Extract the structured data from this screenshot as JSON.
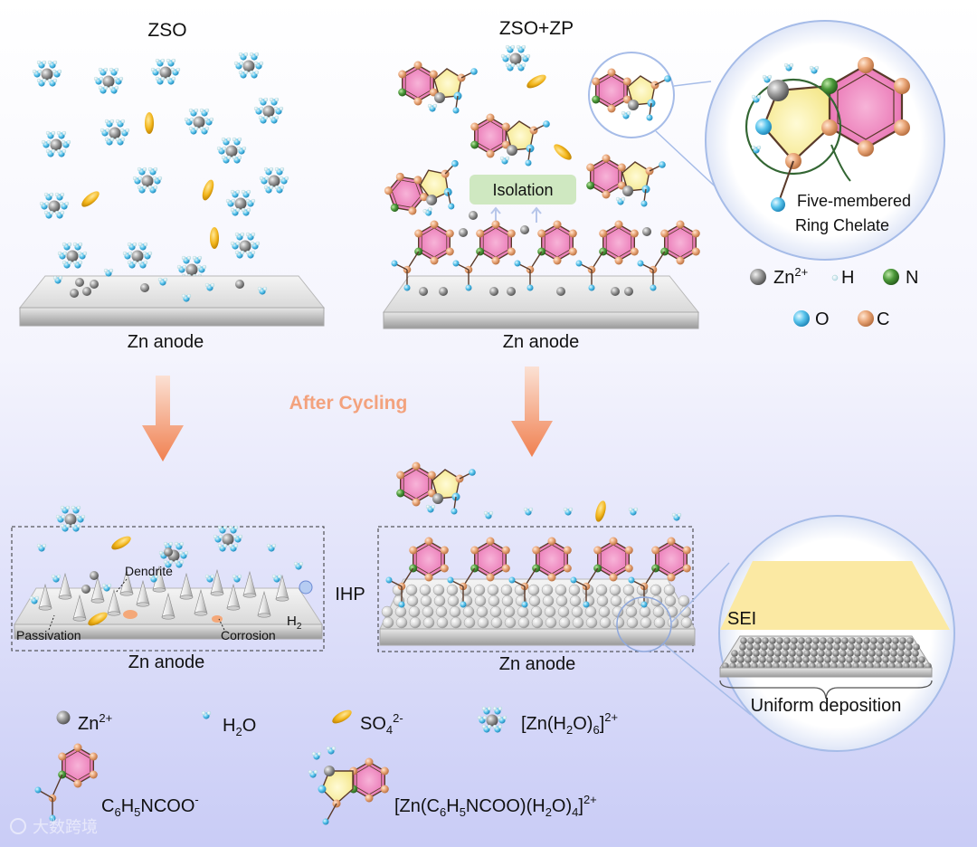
{
  "panels": {
    "top_left_title": "ZSO",
    "top_right_title": "ZSO+ZP",
    "top_left_anode": "Zn anode",
    "top_right_anode": "Zn anode",
    "bottom_left_anode": "Zn anode",
    "bottom_right_anode": "Zn anode"
  },
  "arrow_label": "After Cycling",
  "isolation_label": "Isolation",
  "ihp_label": "IHP",
  "bottom_left_labels": {
    "dendrite": "Dendrite",
    "passivation": "Passivation",
    "corrosion": "Corrosion",
    "h2": "H",
    "h2_sub": "2"
  },
  "zoom_top": {
    "caption_line1": "Five-membered",
    "caption_line2": "Ring Chelate"
  },
  "zoom_top_legend": {
    "zn": "Zn",
    "zn_sup": "2+",
    "h": "H",
    "n": "N",
    "o": "O",
    "c": "C"
  },
  "zoom_bottom": {
    "sei": "SEI",
    "caption": "Uniform deposition"
  },
  "bottom_legend": {
    "zn": "Zn",
    "zn_sup": "2+",
    "h2o": "H",
    "h2o_sub": "2",
    "h2o_tail": "O",
    "so4": "SO",
    "so4_sub": "4",
    "so4_sup": "2-",
    "hydrated_a": "[Zn(H",
    "hydrated_sub1": "2",
    "hydrated_b": "O)",
    "hydrated_sub2": "6",
    "hydrated_c": "]",
    "hydrated_sup": "2+",
    "ligand_a": "C",
    "ligand_sub1": "6",
    "ligand_b": "H",
    "ligand_sub2": "5",
    "ligand_c": "NCOO",
    "ligand_sup": "-",
    "complex_a": "[Zn(C",
    "complex_sub1": "6",
    "complex_b": "H",
    "complex_sub2": "5",
    "complex_c": "NCOO)(H",
    "complex_sub3": "2",
    "complex_d": "O)",
    "complex_sub4": "4",
    "complex_e": "]",
    "complex_sup": "2+"
  },
  "watermark": "大数跨境",
  "colors": {
    "background_top": "#ffffff",
    "background_bottom": "#c9ccf6",
    "zn_ion": "#8c8c8c",
    "oxygen": "#59c4ec",
    "hydrogen": "#dff3fb",
    "nitrogen": "#4c9a3a",
    "carbon": "#e9a678",
    "sulfate": "#f2b51a",
    "benzene_fill": "#f08fc3",
    "pentagon_fill": "#fbf1a4",
    "arrow": "#f28a5e",
    "isolation_box": "#cfe8c1",
    "sei": "#fbe9a3"
  }
}
